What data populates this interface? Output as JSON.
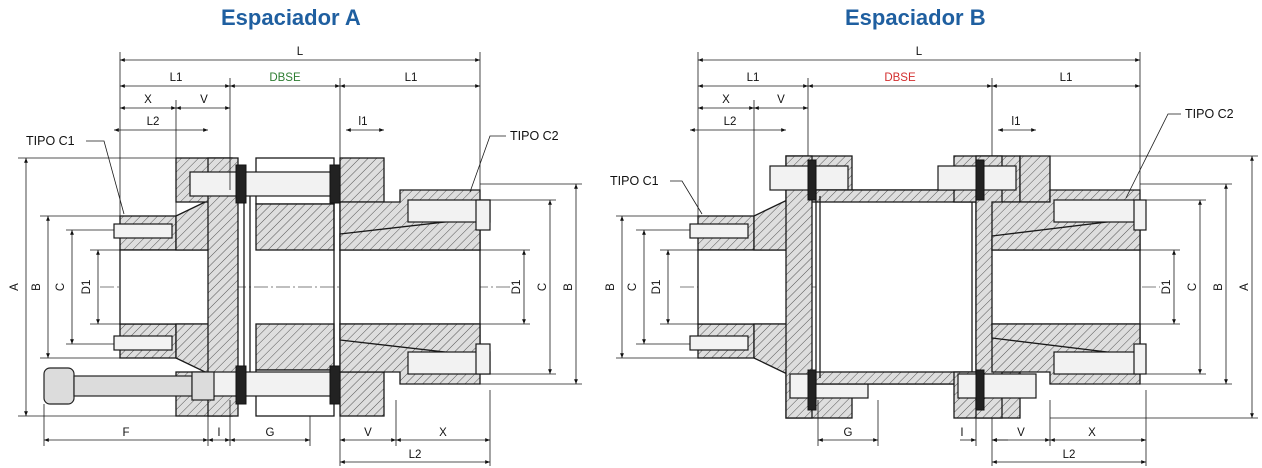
{
  "titles": {
    "a": "Espaciador A",
    "b": "Espaciador B"
  },
  "colors": {
    "title": "#1f5fa0",
    "dbse_a": "#2e7d32",
    "dbse_b": "#d32f2f",
    "lines": "#1a1a1a"
  },
  "labels": {
    "L": "L",
    "L1": "L1",
    "L2": "L2",
    "DBSE": "DBSE",
    "X": "X",
    "V": "V",
    "l1": "l1",
    "F": "F",
    "I": "I",
    "G": "G",
    "A": "A",
    "B": "B",
    "C": "C",
    "D1": "D1",
    "tipo_c1": "TIPO C1",
    "tipo_c2": "TIPO C2"
  }
}
